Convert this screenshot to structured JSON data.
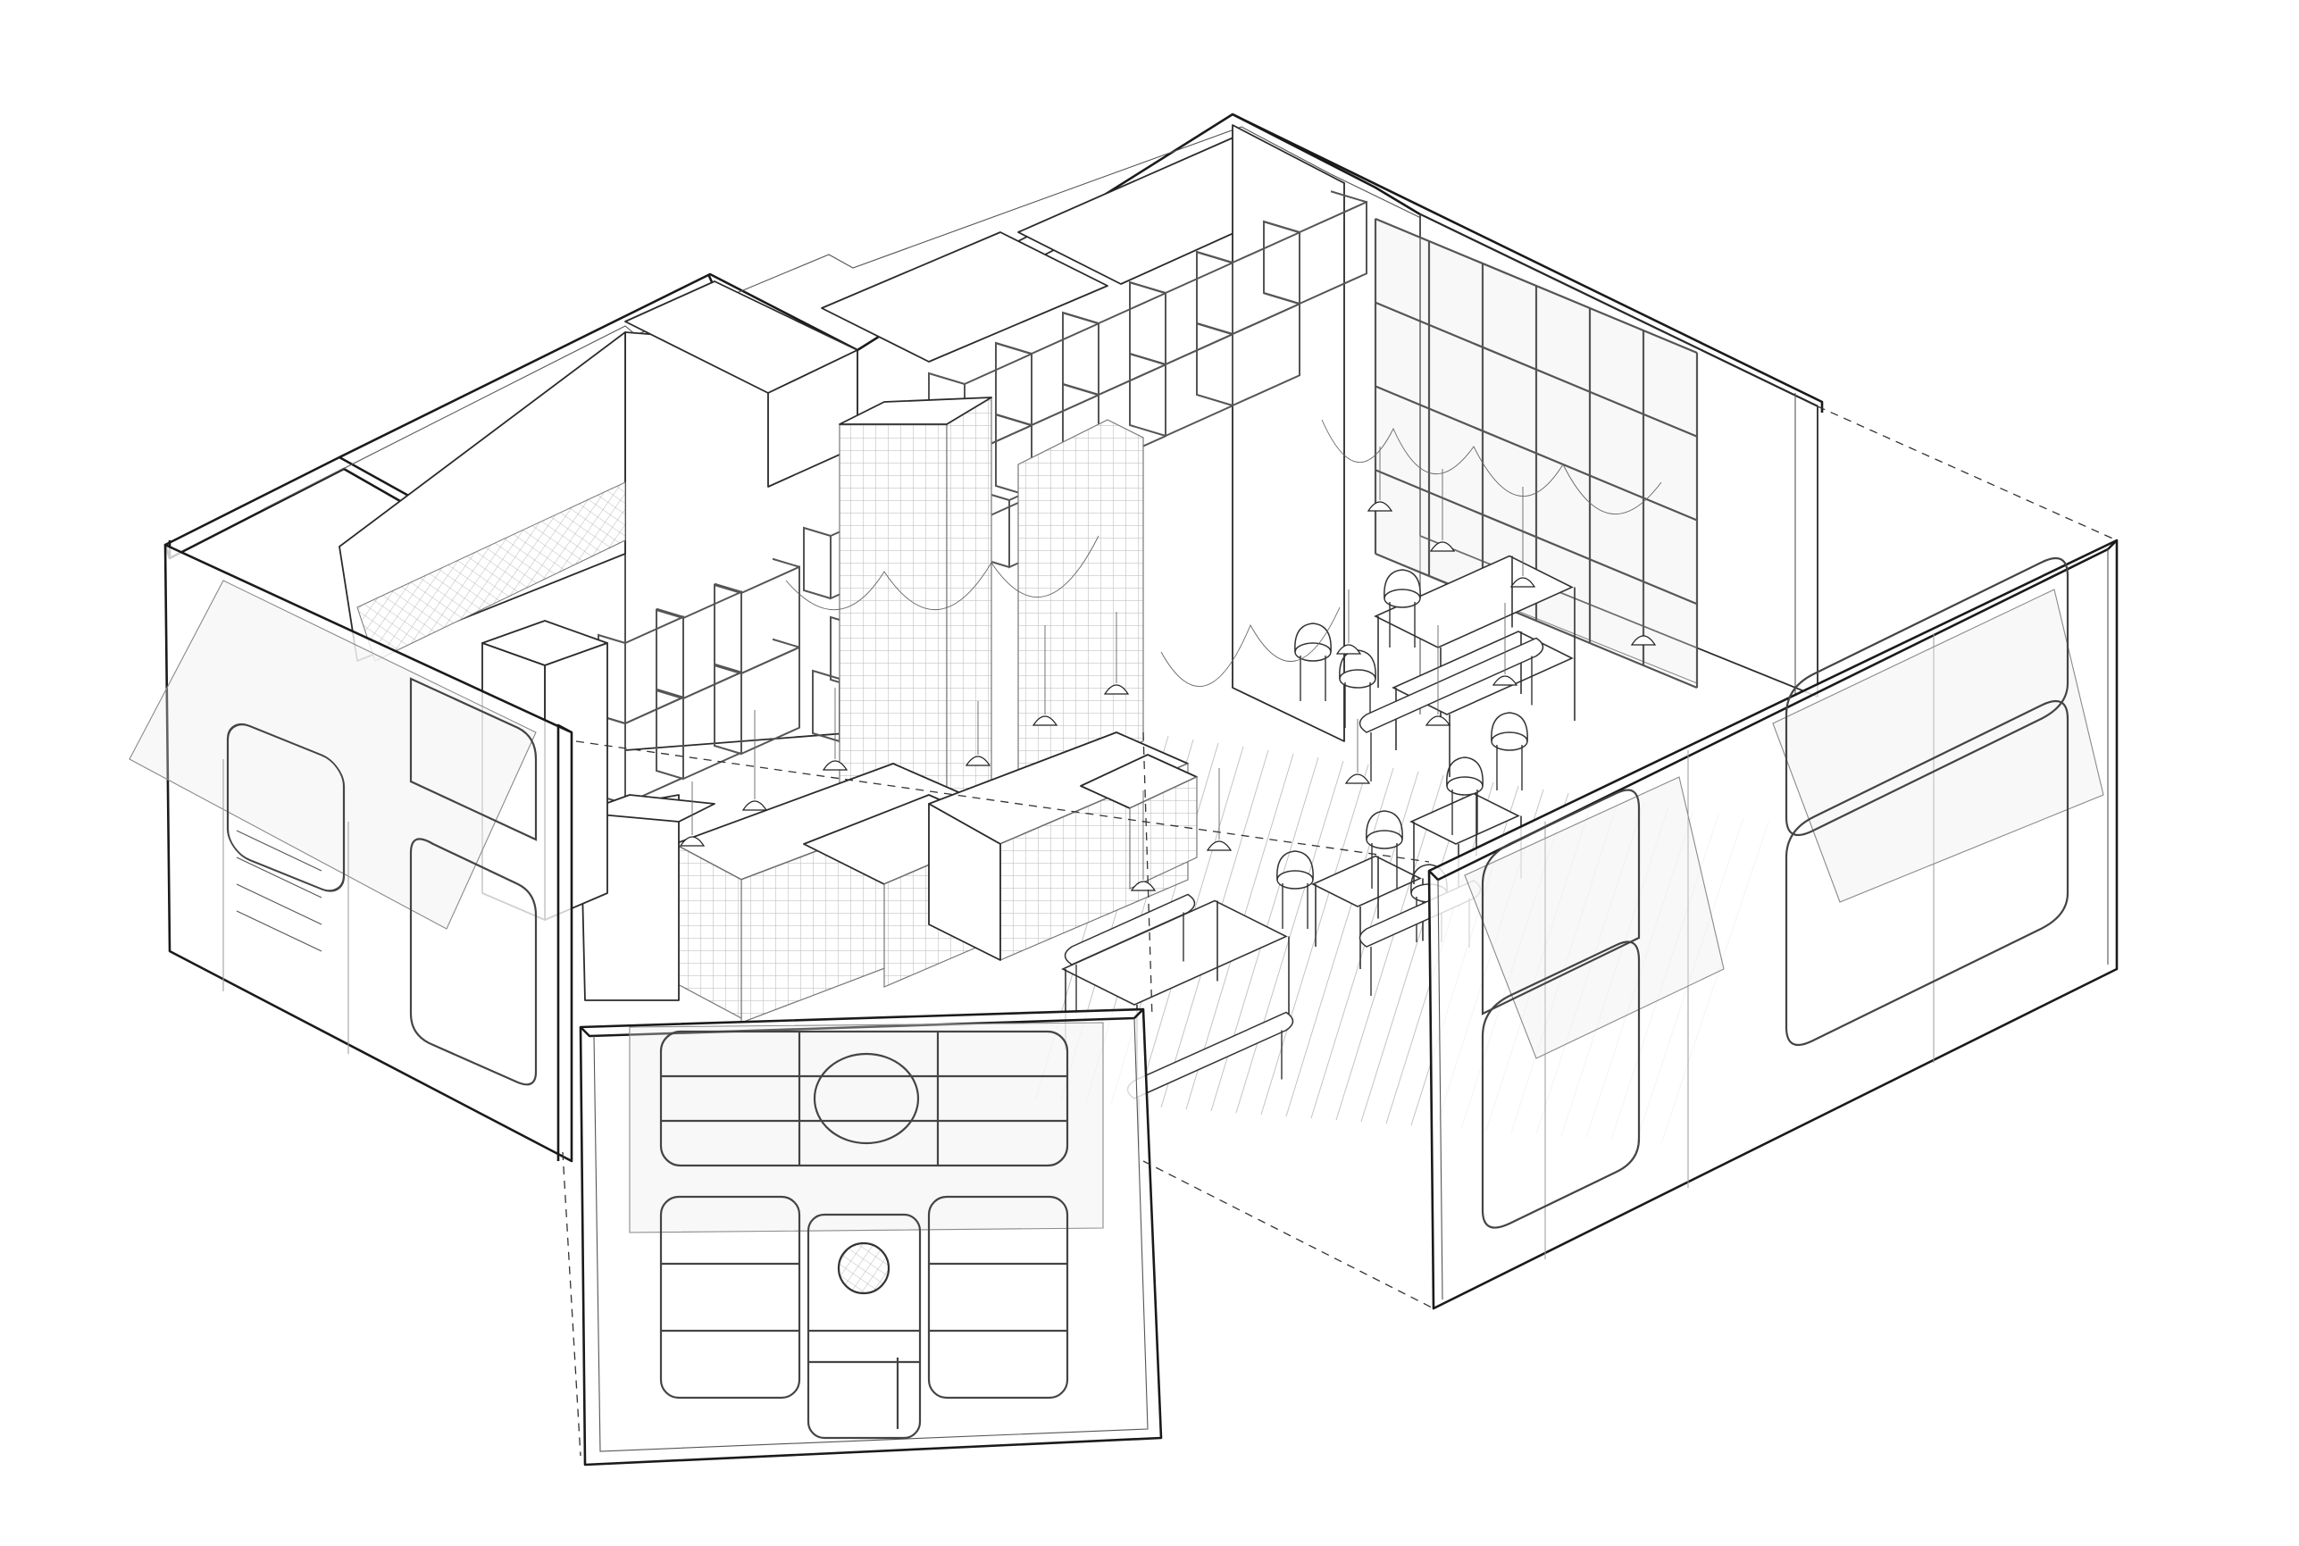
{
  "drawing": {
    "type": "axonometric-architectural-drawing",
    "views": [
      "back-walls-shell",
      "kitchen-bar-counter",
      "dining-area",
      "left-facade-panel",
      "front-facade-panel",
      "right-facade-panel"
    ],
    "pendant_lamps": 16,
    "colors": {
      "line": "#1a1a1a",
      "secondary_line": "#555555",
      "faint_line": "#9a9a9a",
      "background": "#ffffff"
    }
  }
}
